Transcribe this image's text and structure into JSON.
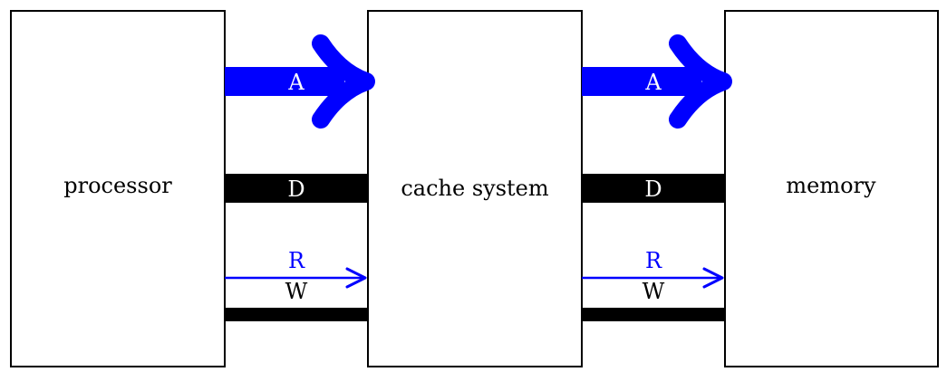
{
  "blocks": {
    "processor": {
      "label": "processor"
    },
    "cache": {
      "label": "cache system"
    },
    "memory": {
      "label": "memory"
    }
  },
  "links": [
    {
      "address_label": "A",
      "data_label": "D",
      "read_label": "R",
      "write_label": "W"
    },
    {
      "address_label": "A",
      "data_label": "D",
      "read_label": "R",
      "write_label": "W"
    }
  ],
  "colors": {
    "address": "#0000ff",
    "read": "#0000ff",
    "data_bus": "#000000",
    "write_bus": "#000000",
    "box_stroke": "#000000",
    "bus_text": "#ffffff",
    "read_text": "#0000ff",
    "write_text": "#000000"
  }
}
